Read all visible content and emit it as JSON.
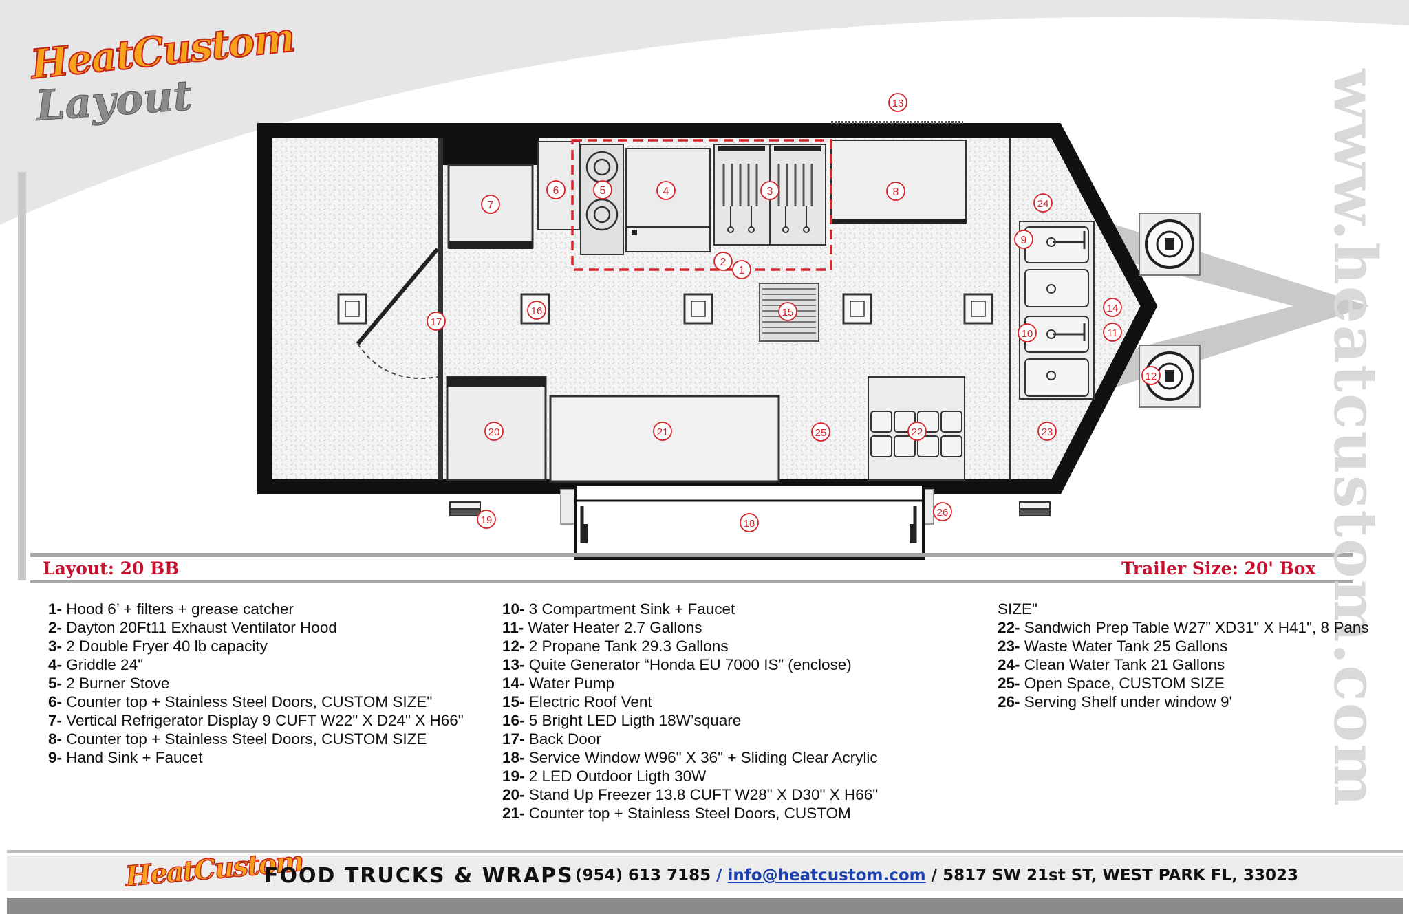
{
  "header": {
    "brand": "HeatCustom",
    "title": "Layout",
    "website": "www.heatcustom.com"
  },
  "layout_info": {
    "name": "Layout: 20 BB",
    "trailer_size": "Trailer Size: 20' Box"
  },
  "markers": [
    "1",
    "2",
    "3",
    "4",
    "5",
    "6",
    "7",
    "8",
    "9",
    "10",
    "11",
    "12",
    "13",
    "14",
    "15",
    "16",
    "17",
    "18",
    "19",
    "20",
    "21",
    "22",
    "23",
    "24",
    "25",
    "26"
  ],
  "legend": {
    "col1": [
      {
        "num": "1-",
        "text": " Hood 6’ + filters + grease catcher"
      },
      {
        "num": "2-",
        "text": " Dayton 20Ft11 Exhaust Ventilator Hood"
      },
      {
        "num": "3-",
        "text": " 2 Double Fryer 40 lb capacity"
      },
      {
        "num": "4-",
        "text": " Griddle 24\""
      },
      {
        "num": "5-",
        "text": " 2 Burner Stove"
      },
      {
        "num": "6-",
        "text": " Counter top + Stainless Steel Doors, CUSTOM SIZE\""
      },
      {
        "num": "7-",
        "text": " Vertical Refrigerator Display 9 CUFT W22\" X D24\" X H66\""
      },
      {
        "num": "8-",
        "text": " Counter top + Stainless Steel Doors, CUSTOM SIZE"
      },
      {
        "num": "9-",
        "text": " Hand Sink + Faucet"
      }
    ],
    "col2": [
      {
        "num": "10-",
        "text": "  3 Compartment Sink + Faucet"
      },
      {
        "num": "11-",
        "text": " Water Heater 2.7 Gallons"
      },
      {
        "num": "12-",
        "text": " 2 Propane Tank 29.3 Gallons"
      },
      {
        "num": "13-",
        "text": " Quite Generator “Honda EU 7000 IS” (enclose)"
      },
      {
        "num": "14-",
        "text": " Water Pump"
      },
      {
        "num": "15-",
        "text": " Electric Roof Vent"
      },
      {
        "num": "16-",
        "text": " 5 Bright LED Ligth 18W’square"
      },
      {
        "num": "17-",
        "text": " Back Door"
      },
      {
        "num": "18-",
        "text": " Service Window W96\" X 36\" + Sliding Clear Acrylic"
      },
      {
        "num": "19-",
        "text": " 2 LED Outdoor Ligth 30W"
      },
      {
        "num": "20-",
        "text": " Stand Up Freezer 13.8 CUFT W28\" X D30\" X H66\""
      },
      {
        "num": "21-",
        "text": " Counter top + Stainless Steel Doors, CUSTOM"
      }
    ],
    "col3_lead": "SIZE\"",
    "col3": [
      {
        "num": "22-",
        "text": " Sandwich Prep Table W27” XD31\" X H41\", 8 Pans"
      },
      {
        "num": "23-",
        "text": " Waste Water Tank 25 Gallons"
      },
      {
        "num": "24-",
        "text": " Clean Water Tank 21 Gallons"
      },
      {
        "num": "25-",
        "text": " Open Space, CUSTOM SIZE"
      },
      {
        "num": "26-",
        "text": " Serving Shelf under window 9'"
      }
    ]
  },
  "footer": {
    "brand": "HeatCustom",
    "tagline": "FOOD TRUCKS & WRAPS",
    "phone": "(954) 613 7185",
    "sep1": " / ",
    "email": "info@heatcustom.com",
    "sep2": "  /  ",
    "address": "5817 SW 21st ST, WEST PARK FL, 33023"
  },
  "colors": {
    "marker": "#d7262b",
    "info_text": "#c8102e",
    "email": "#1a3fb0",
    "wall": "#111111",
    "band": "#e4e4e4"
  }
}
